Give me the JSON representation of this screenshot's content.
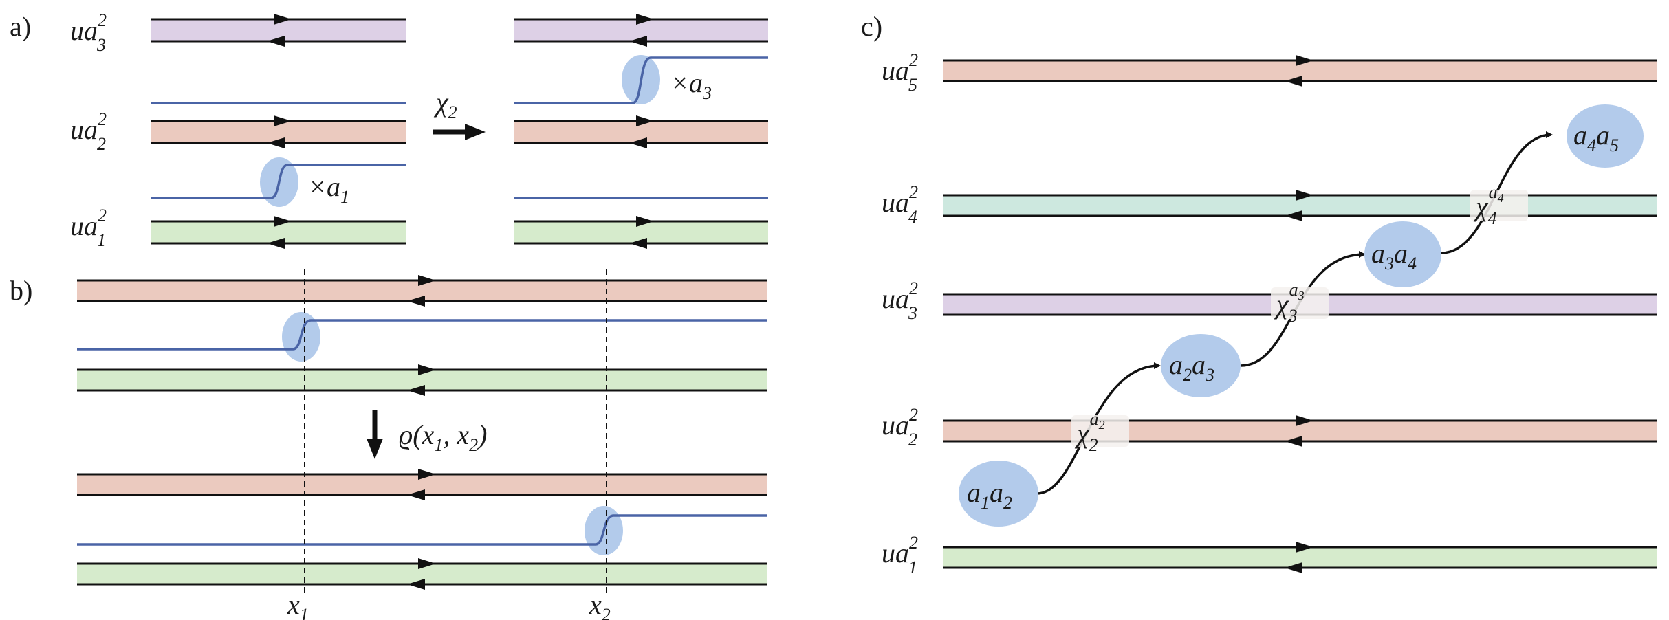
{
  "colors": {
    "red": "#ebcabf",
    "green": "#d6ebcc",
    "purple": "#ddd0e6",
    "teal": "#cde8df",
    "blue_line": "#4a64a6",
    "blob": "#b3cbeb",
    "edge": "#111111"
  },
  "panels": {
    "a": "a)",
    "b": "b)",
    "c": "c)"
  },
  "a": {
    "rows": [
      {
        "u": "ua",
        "sup": "2",
        "sub": "3"
      },
      {
        "u": "ua",
        "sup": "2",
        "sub": "2"
      },
      {
        "u": "ua",
        "sup": "2",
        "sub": "1"
      }
    ],
    "map_label": {
      "base": "χ",
      "sub": "2"
    },
    "mult_a1": {
      "pre": "×a",
      "sub": "1"
    },
    "mult_a3": {
      "pre": "×a",
      "sub": "3"
    }
  },
  "b": {
    "map_label": {
      "pre": "ϱ(x",
      "s1": "1",
      "mid": ", x",
      "s2": "2",
      "post": ")"
    },
    "x1": {
      "base": "x",
      "sub": "1"
    },
    "x2": {
      "base": "x",
      "sub": "2"
    }
  },
  "c": {
    "rows": [
      {
        "u": "ua",
        "sup": "2",
        "sub": "5"
      },
      {
        "u": "ua",
        "sup": "2",
        "sub": "4"
      },
      {
        "u": "ua",
        "sup": "2",
        "sub": "3"
      },
      {
        "u": "ua",
        "sup": "2",
        "sub": "2"
      },
      {
        "u": "ua",
        "sup": "2",
        "sub": "1"
      }
    ],
    "blobs": [
      {
        "a": "a",
        "s1": "1",
        "b": "a",
        "s2": "2"
      },
      {
        "a": "a",
        "s1": "2",
        "b": "a",
        "s2": "3"
      },
      {
        "a": "a",
        "s1": "3",
        "b": "a",
        "s2": "4"
      },
      {
        "a": "a",
        "s1": "4",
        "b": "a",
        "s2": "5"
      }
    ],
    "chis": [
      {
        "base": "χ",
        "sub": "2",
        "sup": "a",
        "supsub": "2"
      },
      {
        "base": "χ",
        "sub": "3",
        "sup": "a",
        "supsub": "3"
      },
      {
        "base": "χ",
        "sub": "4",
        "sup": "a",
        "supsub": "4"
      }
    ]
  }
}
